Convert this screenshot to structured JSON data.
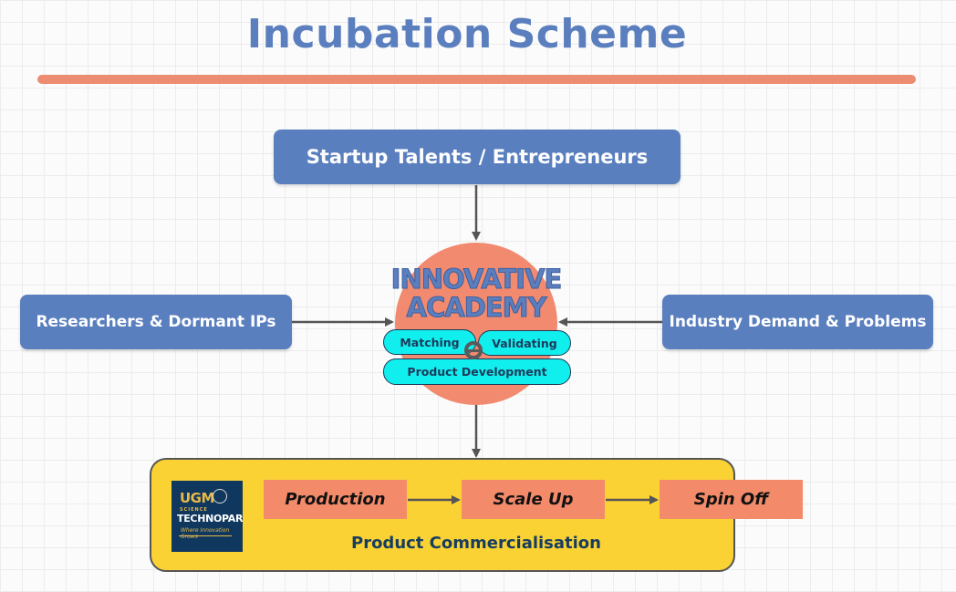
{
  "title": "Incubation Scheme",
  "nodes": {
    "startup": "Startup Talents / Entrepreneurs",
    "researchers": "Researchers & Dormant IPs",
    "industry": "Industry Demand & Problems"
  },
  "academy": {
    "line1": "INNOVATIVE",
    "line2": "ACADEMY",
    "matching": "Matching",
    "validating": "Validating",
    "product_development": "Product Development"
  },
  "commercialisation": {
    "stages": [
      "Production",
      "Scale Up",
      "Spin Off"
    ],
    "label": "Product Commercialisation"
  },
  "logo": {
    "ugm": "UGM",
    "science": "SCIENCE",
    "technopark": "TECHNOPARK",
    "tagline": "Where Innovation Grows"
  },
  "colors": {
    "title": "#5b7fbe",
    "node_blue": "#5a7fbf",
    "accent_bar": "#ec8c70",
    "academy_circle": "#f18a6e",
    "pill": "#11eeee",
    "commercial_box": "#fbd234",
    "stage": "#f38b6b",
    "logo_bg": "#10375e"
  }
}
